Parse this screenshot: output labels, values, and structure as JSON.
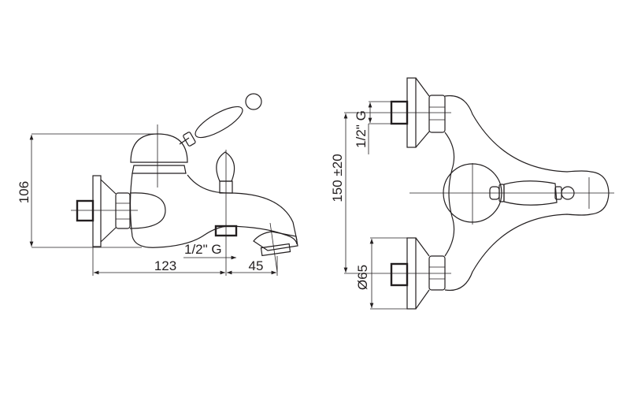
{
  "title": "Bath mixer dimensional drawing",
  "side_view": {
    "height_label": "106",
    "projection_label": "123",
    "spout_label": "45",
    "outlet_thread_label": "1/2\" G"
  },
  "top_view": {
    "center_distance_label": "150 ±20",
    "inlet_thread_label": "1/2\" G",
    "flange_diameter_label": "Ø65"
  },
  "colors": {
    "line": "#231f20",
    "background": "#ffffff"
  }
}
